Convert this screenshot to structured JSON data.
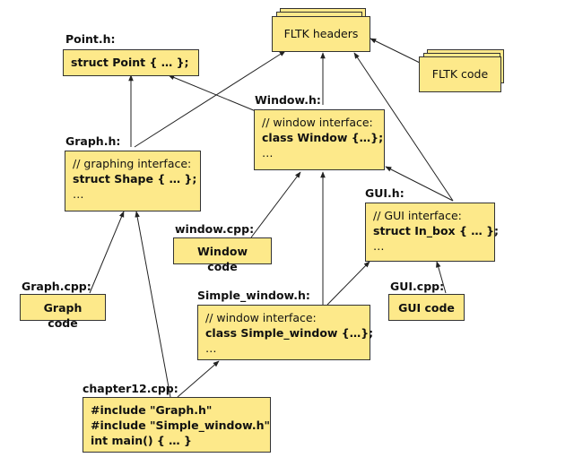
{
  "fltk_headers": {
    "text": "FLTK headers"
  },
  "fltk_code": {
    "text": "FLTK code"
  },
  "point_h": {
    "label": "Point.h:",
    "lines": [
      "struct Point { … };"
    ]
  },
  "window_h": {
    "label": "Window.h:",
    "lines": [
      "// window interface:",
      "class Window {…};",
      "…"
    ]
  },
  "graph_h": {
    "label": "Graph.h:",
    "lines": [
      "// graphing interface:",
      "struct Shape { … };",
      "…"
    ]
  },
  "gui_h": {
    "label": "GUI.h:",
    "lines": [
      "// GUI interface:",
      "struct In_box { … };",
      "…"
    ]
  },
  "window_cpp": {
    "label": "window.cpp:",
    "text": "Window code"
  },
  "graph_cpp": {
    "label": "Graph.cpp:",
    "text": "Graph code"
  },
  "gui_cpp": {
    "label": "GUI.cpp:",
    "text": "GUI code"
  },
  "simple_window_h": {
    "label": "Simple_window.h:",
    "lines": [
      "// window interface:",
      "class Simple_window {…};",
      "…"
    ]
  },
  "chapter12_cpp": {
    "label": "chapter12.cpp:",
    "lines": [
      "#include \"Graph.h\"",
      "#include \"Simple_window.h\"",
      "int main() { … }"
    ]
  }
}
